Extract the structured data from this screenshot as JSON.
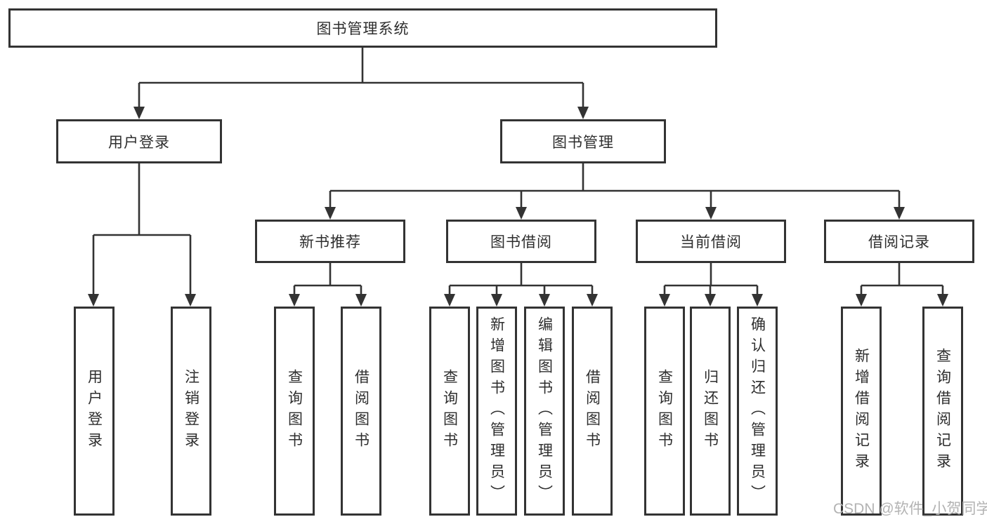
{
  "diagram": {
    "watermark": "CSDN @软件_小贺同学",
    "colors": {
      "line": "#333333",
      "box_border": "#333333",
      "text": "#2e2e2e",
      "watermark": "#b3b3b3"
    },
    "tree": {
      "label": "图书管理系统",
      "children": [
        {
          "label": "用户登录",
          "children": [
            {
              "label": "用户登录"
            },
            {
              "label": "注销登录"
            }
          ]
        },
        {
          "label": "图书管理",
          "children": [
            {
              "label": "新书推荐",
              "children": [
                {
                  "label": "查询图书"
                },
                {
                  "label": "借阅图书"
                }
              ]
            },
            {
              "label": "图书借阅",
              "children": [
                {
                  "label": "查询图书"
                },
                {
                  "label": "新增图书（管理员）"
                },
                {
                  "label": "编辑图书（管理员）"
                },
                {
                  "label": "借阅图书"
                }
              ]
            },
            {
              "label": "当前借阅",
              "children": [
                {
                  "label": "查询图书"
                },
                {
                  "label": "归还图书"
                },
                {
                  "label": "确认归还（管理员）"
                }
              ]
            },
            {
              "label": "借阅记录",
              "children": [
                {
                  "label": "新增借阅记录"
                },
                {
                  "label": "查询借阅记录"
                }
              ]
            }
          ]
        }
      ]
    }
  }
}
